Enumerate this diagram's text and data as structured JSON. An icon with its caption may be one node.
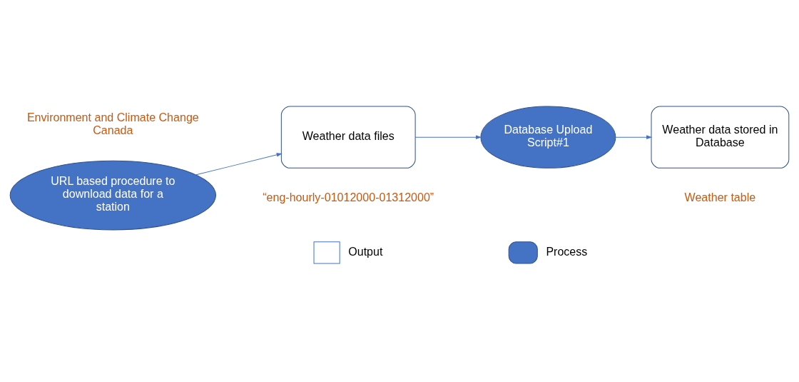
{
  "diagram": {
    "nodes": [
      {
        "text": [
          "URL based procedure to download data for a station"
        ],
        "beside": [
          "Environment and Climate Change Canada"
        ]
      },
      {
        "text": [
          "Weather data files"
        ],
        "beside": [
          "“eng-hourly-01012000-01312000”"
        ]
      },
      {
        "text": [
          "Database Upload Script#1"
        ]
      },
      {
        "text": [
          "Weather data stored in Database"
        ],
        "beside": [
          "Weather table"
        ]
      }
    ],
    "edges": [
      {
        "from": 0,
        "to": 1,
        "arrow": "to"
      },
      {
        "from": 1,
        "to": 2,
        "arrow": "to"
      },
      {
        "from": 2,
        "to": 3,
        "arrow": "to"
      }
    ],
    "legend": [
      {
        "text": "Output"
      },
      {
        "text": "Process"
      }
    ]
  }
}
